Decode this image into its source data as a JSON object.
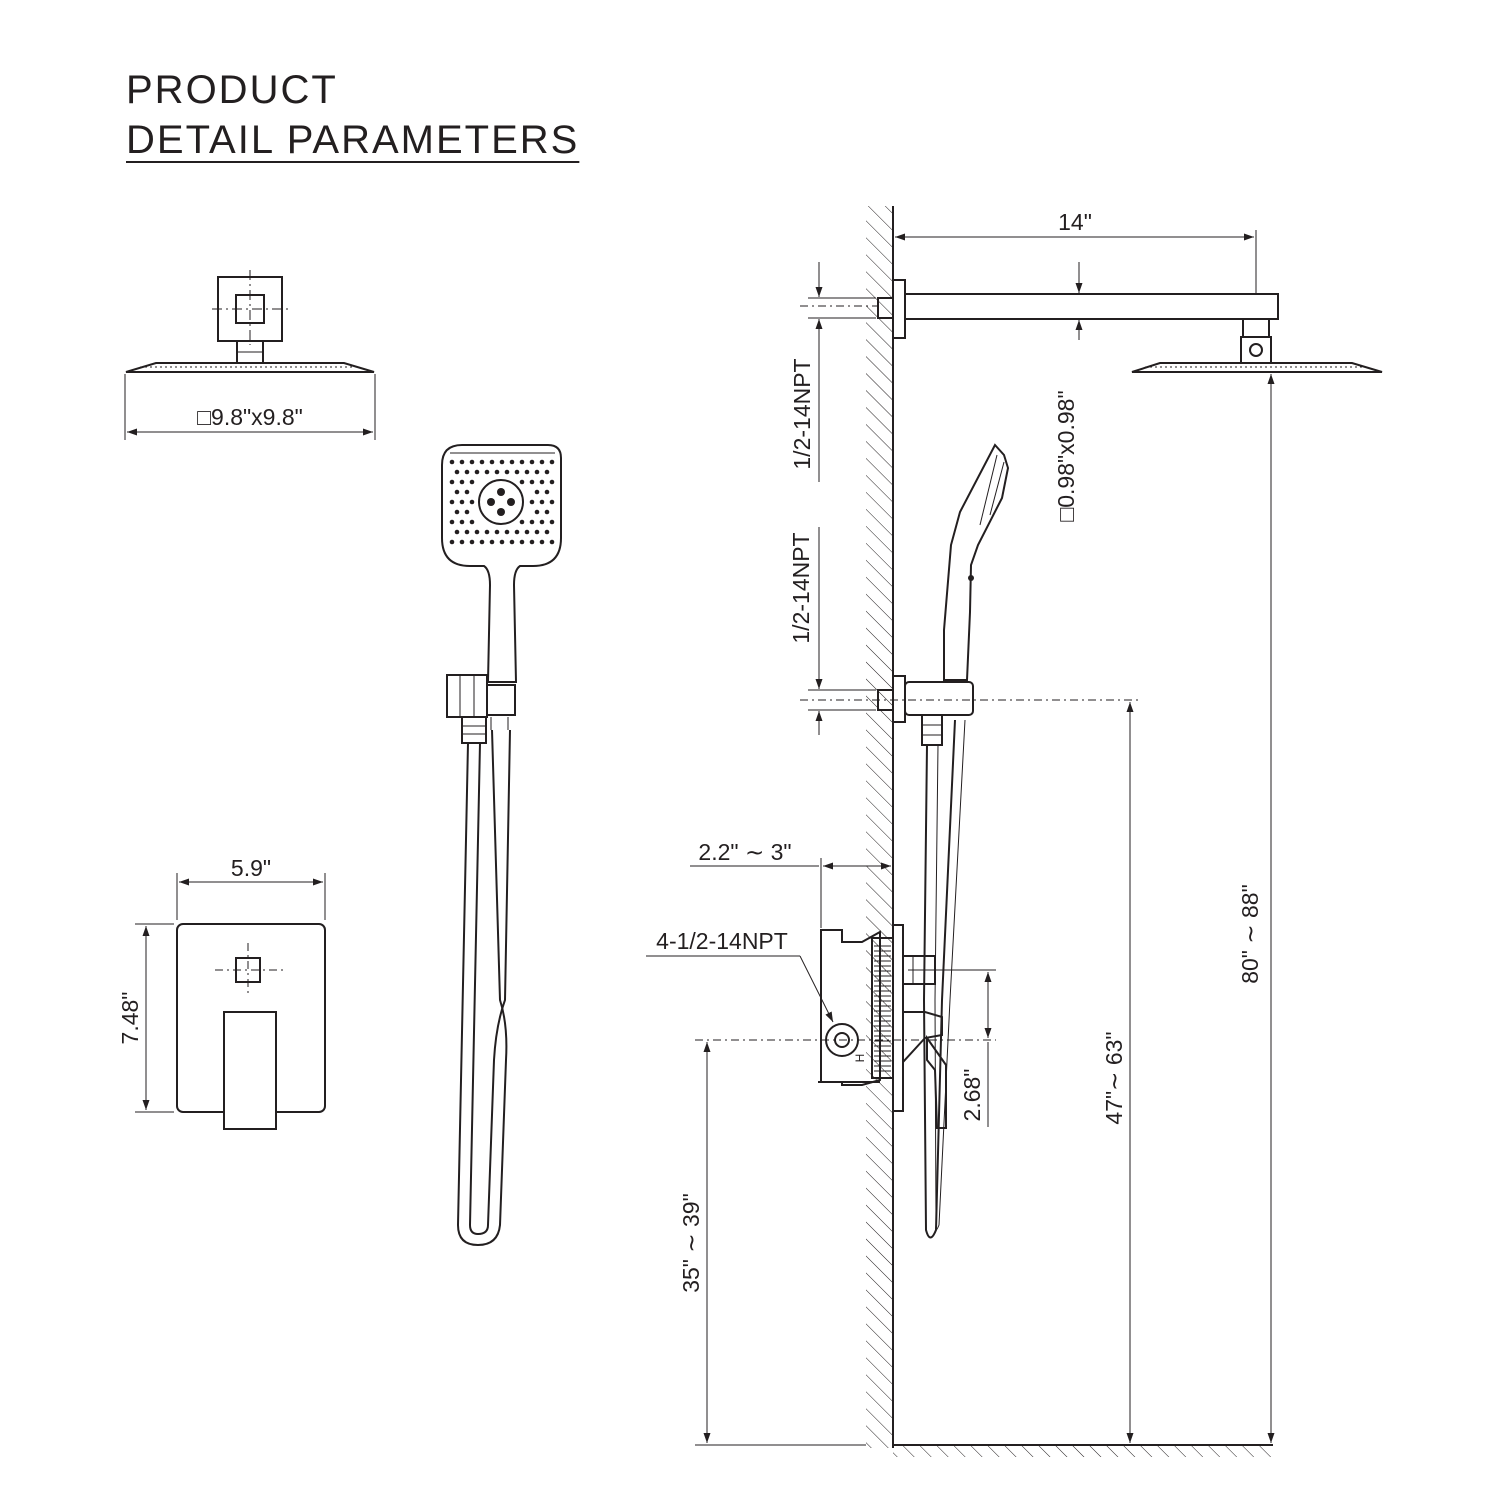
{
  "title": {
    "line1": "PRODUCT",
    "line2": "DETAIL PARAMETERS"
  },
  "dimensions": {
    "shower_head_size": "□9.8\"x9.8\"",
    "arm_length": "14\"",
    "inlet_thread_upper": "1/2-14NPT",
    "inlet_thread_lower": "1/2-14NPT",
    "arm_section": "□0.98\"x0.98\"",
    "total_height": "80\" ∼ 88\"",
    "handheld_height": "47\"∼ 63\"",
    "valve_height": "35\" ∼ 39\"",
    "valve_offset": "2.68\"",
    "wall_depth": "2.2\" ∼ 3\"",
    "valve_ports": "4-1/2-14NPT",
    "trim_width": "5.9\"",
    "trim_height": "7.48\"",
    "hot_marker": "H"
  }
}
